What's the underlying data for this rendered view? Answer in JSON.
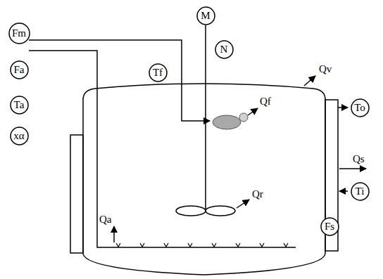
{
  "diagram": {
    "nodes": [
      {
        "text": [
          "M"
        ]
      },
      {
        "text": [
          "N"
        ]
      },
      {
        "text": [
          "Fm"
        ]
      },
      {
        "text": [
          "Fa"
        ]
      },
      {
        "text": [
          "Ta"
        ]
      },
      {
        "text": [
          "xα"
        ]
      },
      {
        "text": [
          "Tf"
        ]
      },
      {
        "text": [
          "To"
        ]
      },
      {
        "text": [
          "Ti"
        ]
      },
      {
        "text": [
          "Fs"
        ]
      }
    ],
    "labels": [
      "Qv",
      "Qf",
      "Qs",
      "Qr",
      "Qa"
    ]
  }
}
